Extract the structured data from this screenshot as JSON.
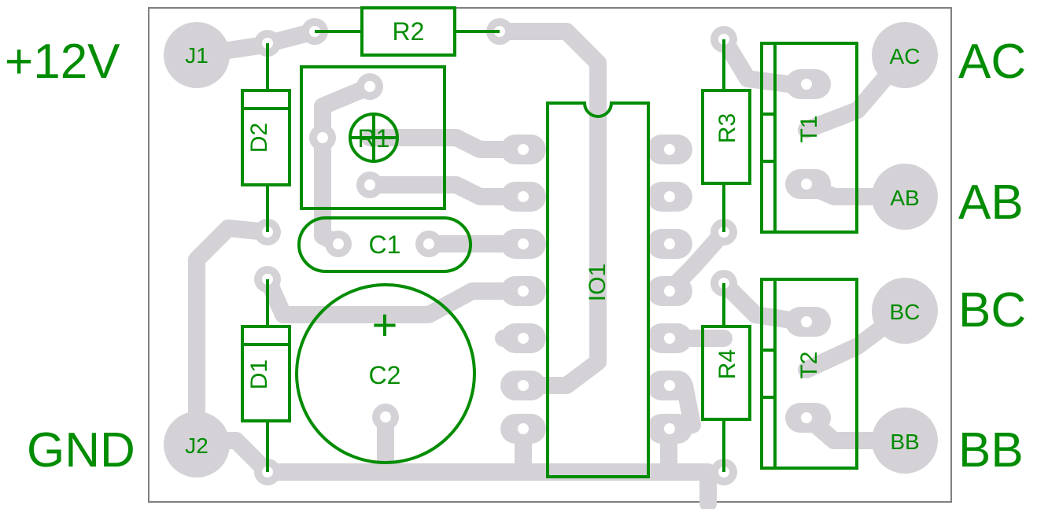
{
  "colors": {
    "background": "#ffffff",
    "board_outline": "#808080",
    "copper": "#d4d2d6",
    "silkscreen": "#008c00",
    "labels": "#008c00"
  },
  "external_labels": {
    "supply": "+12V",
    "ground": "GND",
    "ac": "AC",
    "ab": "AB",
    "bc": "BC",
    "bb": "BB"
  },
  "pads": {
    "j1": "J1",
    "j2": "J2",
    "ac": "AC",
    "ab": "AB",
    "bc": "BC",
    "bb": "BB"
  },
  "components": {
    "r1": "R1",
    "r2": "R2",
    "r3": "R3",
    "r4": "R4",
    "d1": "D1",
    "d2": "D2",
    "c1": "C1",
    "c2": "C2",
    "c2_polarity": "+",
    "io1": "IO1",
    "t1": "T1",
    "t2": "T2"
  }
}
